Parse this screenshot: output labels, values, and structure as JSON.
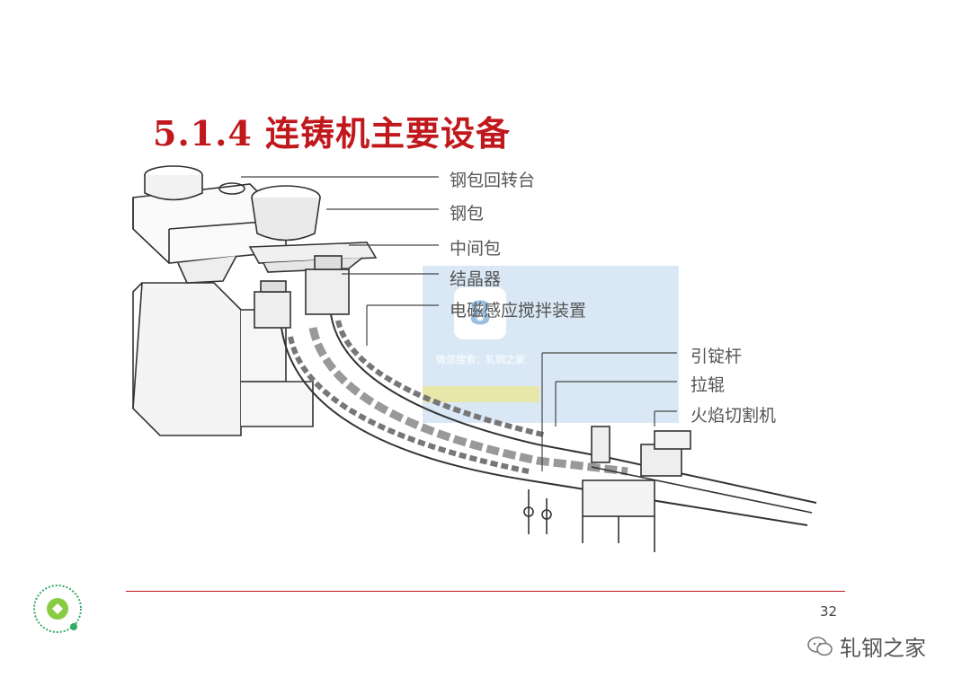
{
  "slide": {
    "title": "5.1.4 连铸机主要设备",
    "page_number": "32"
  },
  "labels": {
    "ladle_turret": "钢包回转台",
    "ladle": "钢包",
    "tundish": "中间包",
    "mold": "结晶器",
    "ems": "电磁感应搅拌装置",
    "dummy_bar": "引锭杆",
    "withdrawal_roll": "拉辊",
    "flame_cutter": "火焰切割机"
  },
  "watermark": {
    "glyph": "8",
    "text": "微信搜索：轧钢之家"
  },
  "brand": {
    "name": "轧钢之家",
    "icon": "wechat-icon"
  },
  "qr": {
    "icon": "qr-code-icon"
  },
  "colors": {
    "title": "#c0181c",
    "rule": "#c0181c",
    "label": "#555555"
  }
}
